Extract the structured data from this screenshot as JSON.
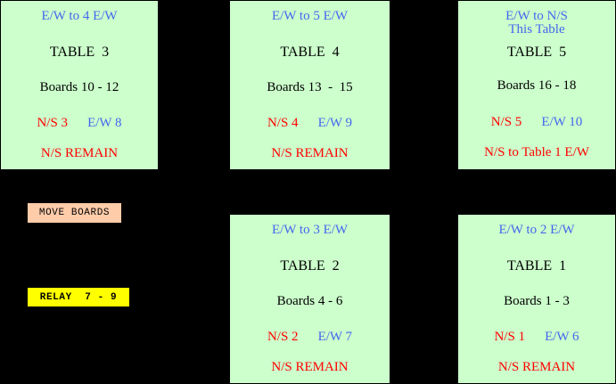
{
  "colors": {
    "background": "#000000",
    "panel_bg": "#ccffcc",
    "header_blue": "#4466ee",
    "table_black": "#000000",
    "status_red": "#ff0000",
    "move_button_bg": "#ffccaa",
    "relay_button_bg": "#ffff00"
  },
  "buttons": {
    "move_boards": "MOVE BOARDS",
    "relay": "RELAY  7 - 9"
  },
  "tables": [
    {
      "id": "table-3",
      "header": "E/W to 4 E/W",
      "header_line2": "",
      "table_label": "TABLE  3",
      "boards": "Boards 10 - 12",
      "ns_pair": "N/S 3",
      "ew_pair": "E/W 8",
      "status": "N/S REMAIN"
    },
    {
      "id": "table-4",
      "header": "E/W to 5 E/W",
      "header_line2": "",
      "table_label": "TABLE  4",
      "boards": "Boards 13  -  15",
      "ns_pair": "N/S 4",
      "ew_pair": "E/W 9",
      "status": "N/S REMAIN"
    },
    {
      "id": "table-5",
      "header": "E/W to N/S",
      "header_line2": "This Table",
      "table_label": "TABLE  5",
      "boards": "Boards 16 - 18",
      "ns_pair": "N/S 5",
      "ew_pair": "E/W 10",
      "status": "N/S to Table 1 E/W"
    },
    {
      "id": "table-2",
      "header": "E/W to 3 E/W",
      "header_line2": "",
      "table_label": "TABLE  2",
      "boards": "Boards 4 - 6",
      "ns_pair": "N/S 2",
      "ew_pair": "E/W 7",
      "status": "N/S REMAIN"
    },
    {
      "id": "table-1",
      "header": "E/W to 2 E/W",
      "header_line2": "",
      "table_label": "TABLE  1",
      "boards": "Boards 1 - 3",
      "ns_pair": "N/S 1",
      "ew_pair": "E/W 6",
      "status": "N/S REMAIN"
    }
  ]
}
